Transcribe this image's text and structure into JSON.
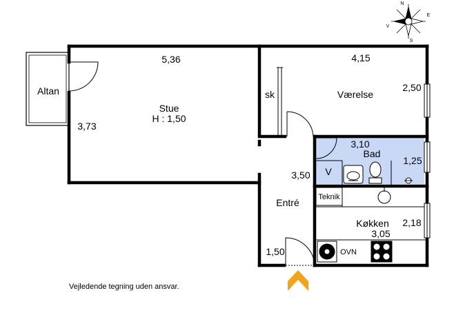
{
  "rooms": {
    "living": {
      "name": "Stue",
      "height": "H : 1,50",
      "width_dim": "5,36",
      "depth_dim": "3,73"
    },
    "balcony": {
      "name": "Altan"
    },
    "bedroom": {
      "name": "Værelse",
      "width_dim": "4,15",
      "depth_dim": "2,50"
    },
    "closet": {
      "name": "sk"
    },
    "bathroom": {
      "name": "Bad",
      "width_dim": "3,10",
      "depth_dim": "1,25"
    },
    "utility": {
      "name": "V"
    },
    "entrance": {
      "name": "Entré",
      "depth_dim": "3,50",
      "door_dim": "1,50"
    },
    "kitchen": {
      "name": "Køkken",
      "width_dim": "3,05",
      "depth_dim": "2,18",
      "technical": "Teknik",
      "oven": "OVN"
    }
  },
  "compass": {
    "n": "N",
    "e": "E",
    "s": "S",
    "w": "V"
  },
  "disclaimer": "Vejledende tegning uden ansvar.",
  "colors": {
    "wall": "#000000",
    "bathroom_fill": "#c9d8f5",
    "entrance_arrow": "#f2a51c"
  }
}
